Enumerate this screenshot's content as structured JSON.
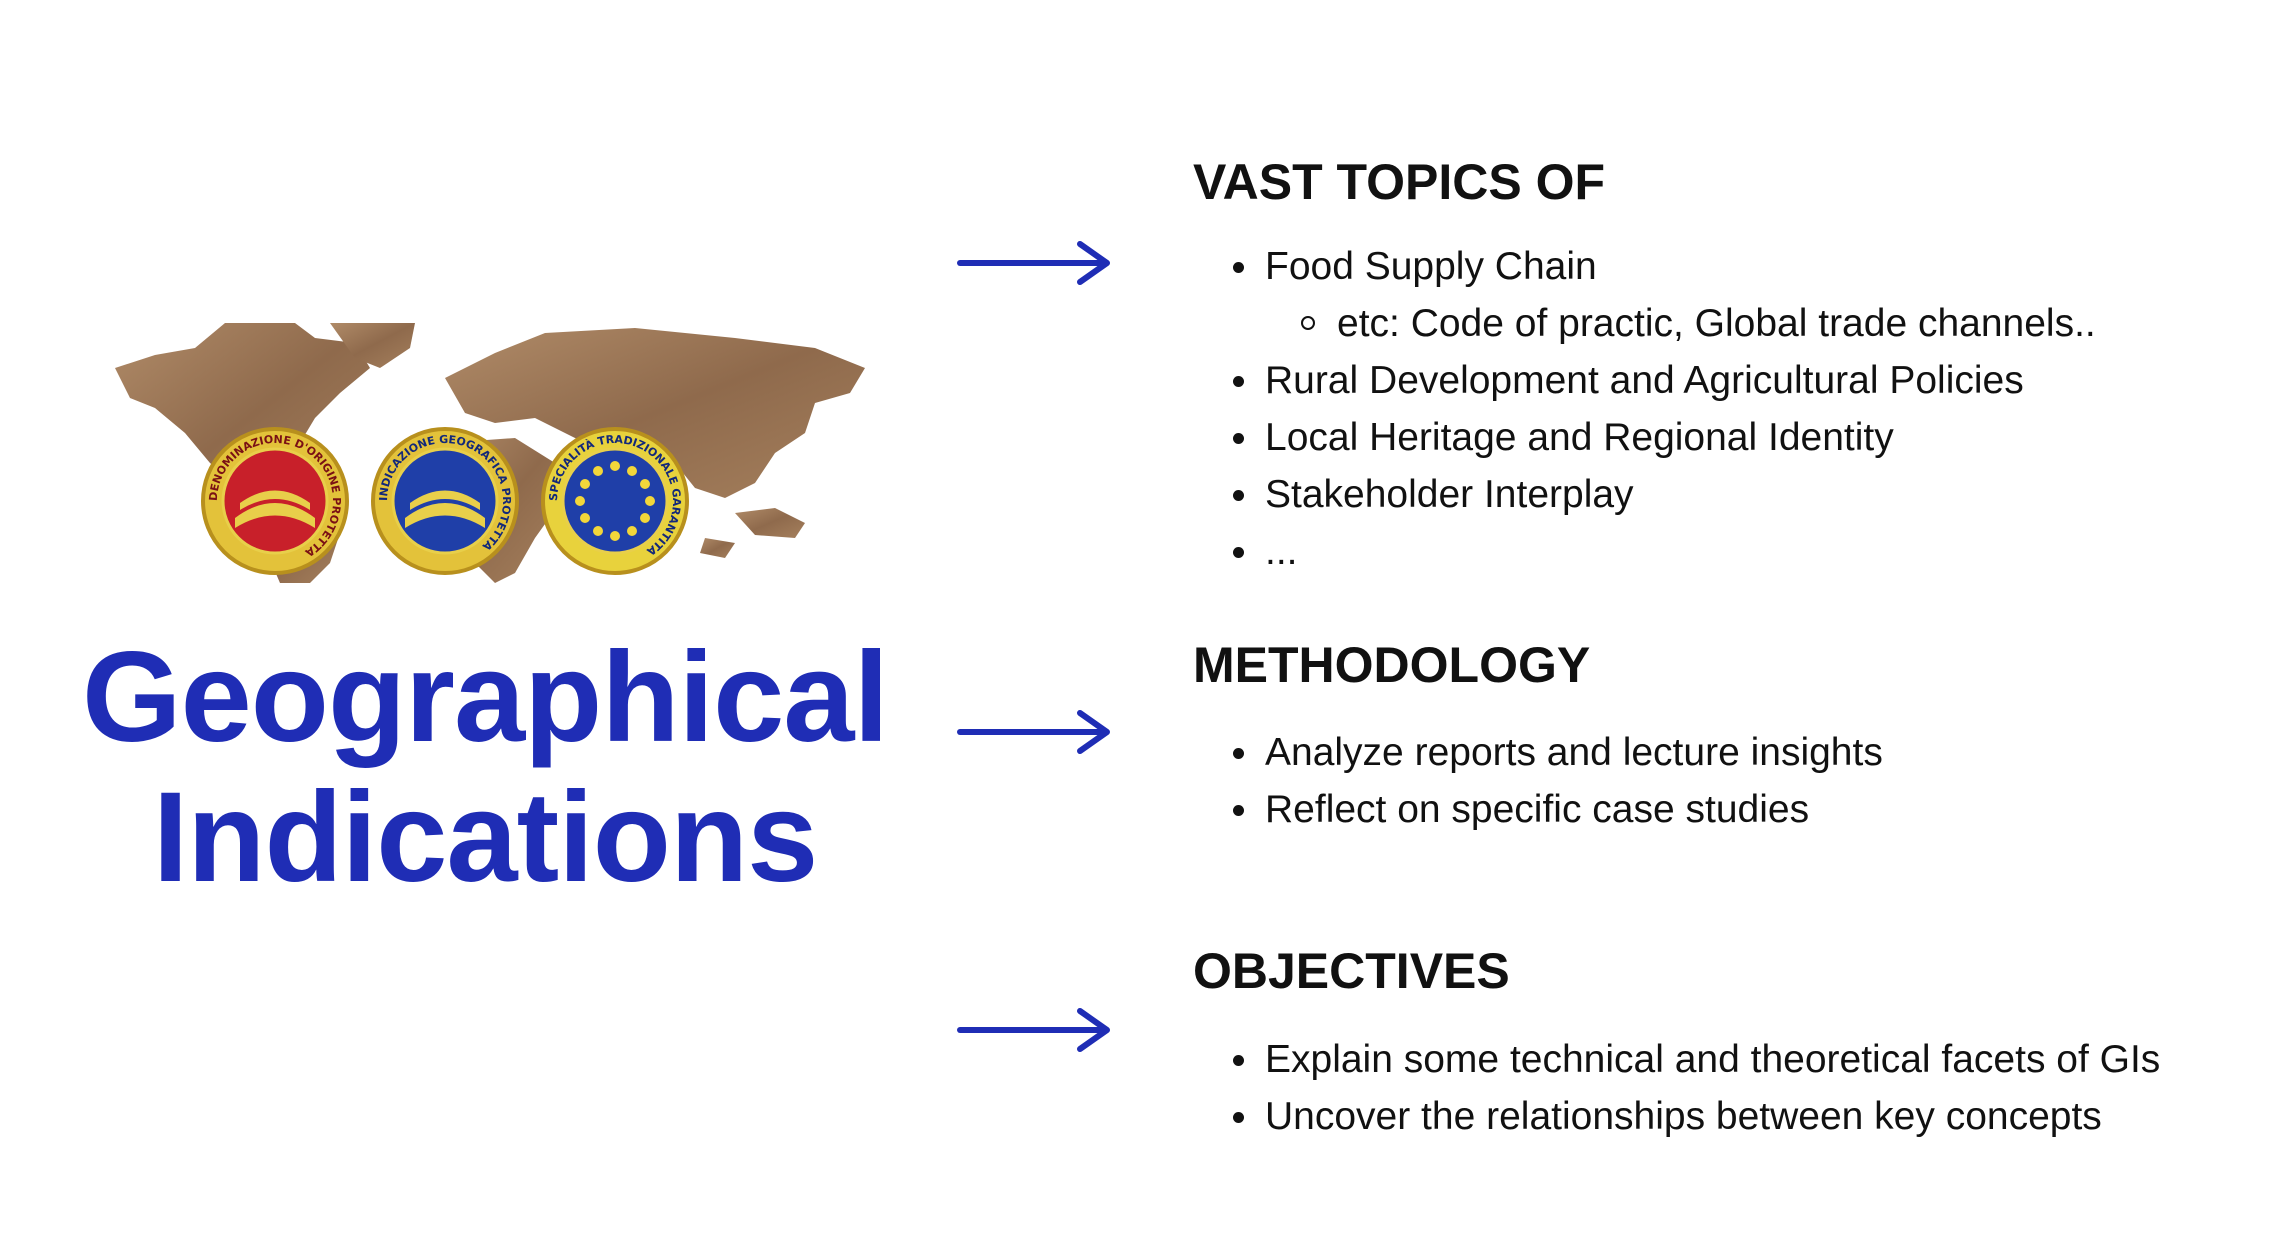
{
  "title": {
    "line1": "Geographical",
    "line2": "Indications",
    "color": "#1f2db5"
  },
  "image": {
    "description_icon": "world-map-with-eu-quality-seals-icon",
    "seals": [
      {
        "text": "DENOMINAZIONE D'ORIGINE PROTETTA",
        "color": "#c8202a"
      },
      {
        "text": "INDICAZIONE GEOGRAFICA PROTETTA",
        "color": "#1f3fa8"
      },
      {
        "text": "SPECIALITÀ TRADIZIONALE GARANTITA",
        "color": "#1f3fa8"
      }
    ]
  },
  "arrow_color": "#1f2db5",
  "sections": [
    {
      "heading": "VAST TOPICS OF",
      "items": [
        {
          "text": "Food Supply Chain",
          "level": 1
        },
        {
          "text": "etc:  Code of practic, Global trade channels..",
          "level": 2
        },
        {
          "text": "Rural Development and Agricultural Policies",
          "level": 1
        },
        {
          "text": "Local Heritage and Regional Identity",
          "level": 1
        },
        {
          "text": "Stakeholder Interplay",
          "level": 1
        },
        {
          "text": "...",
          "level": 1
        }
      ]
    },
    {
      "heading": "METHODOLOGY",
      "items": [
        {
          "text": "Analyze reports and lecture insights",
          "level": 1
        },
        {
          "text": "Reflect on specific case studies",
          "level": 1
        }
      ]
    },
    {
      "heading": "OBJECTIVES",
      "items": [
        {
          "text": "Explain some technical and theoretical facets of GIs",
          "level": 1
        },
        {
          "text": "Uncover the relationships between key concepts",
          "level": 1
        }
      ]
    }
  ]
}
